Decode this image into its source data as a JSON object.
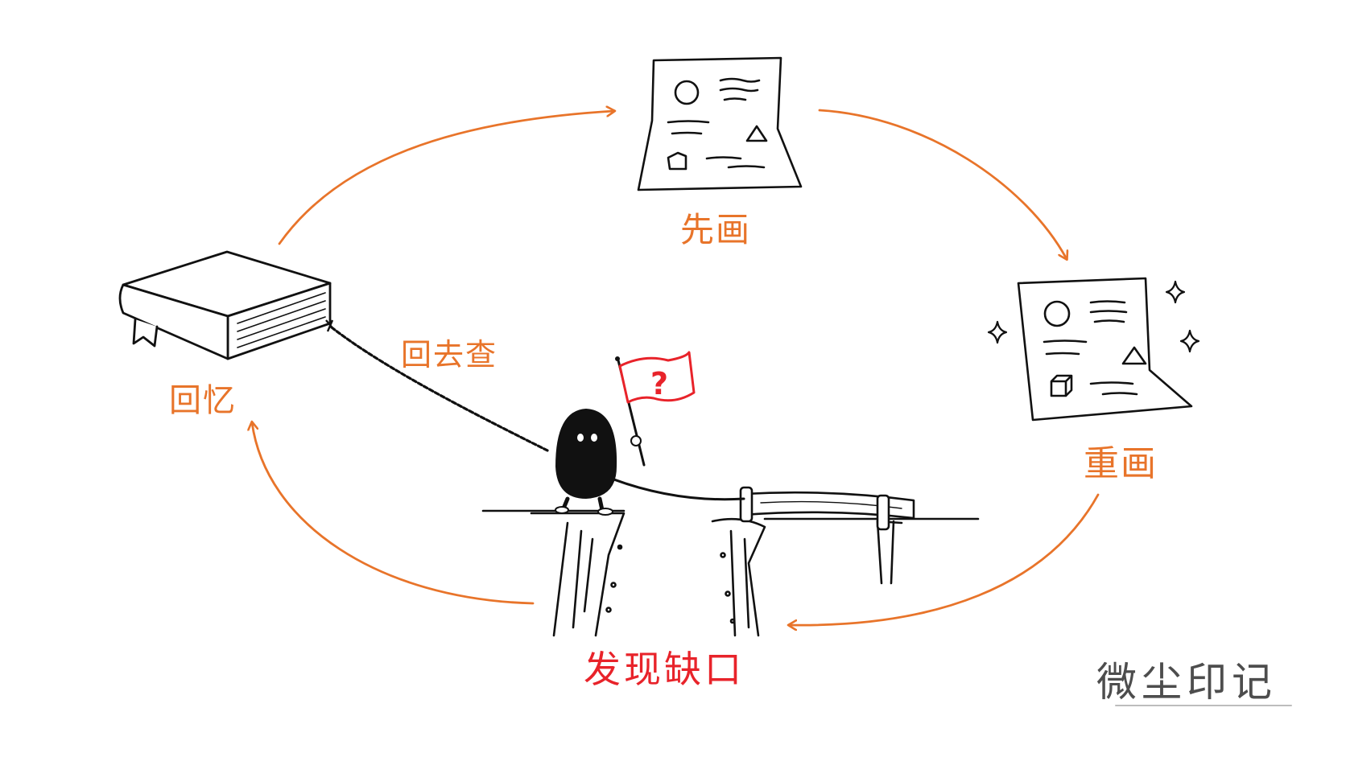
{
  "labels": {
    "first_draw": "先画",
    "redraw": "重画",
    "recall": "回忆",
    "look_back": "回去查",
    "find_gap": "发现缺口"
  },
  "flag_mark": "?",
  "watermark": "微尘印记",
  "colors": {
    "cycle_arrow": "#e8742a",
    "label": "#e8742a",
    "gap_label": "#e8232a",
    "flag": "#e8232a",
    "ink": "#111111",
    "watermark": "#4d4d4d"
  },
  "icons": [
    "book-icon",
    "sketch-page-icon",
    "redrawn-page-icon",
    "sparkle-icon",
    "figure-icon",
    "flag-icon",
    "rope-icon",
    "cliff-icon",
    "plank-bridge-icon"
  ]
}
